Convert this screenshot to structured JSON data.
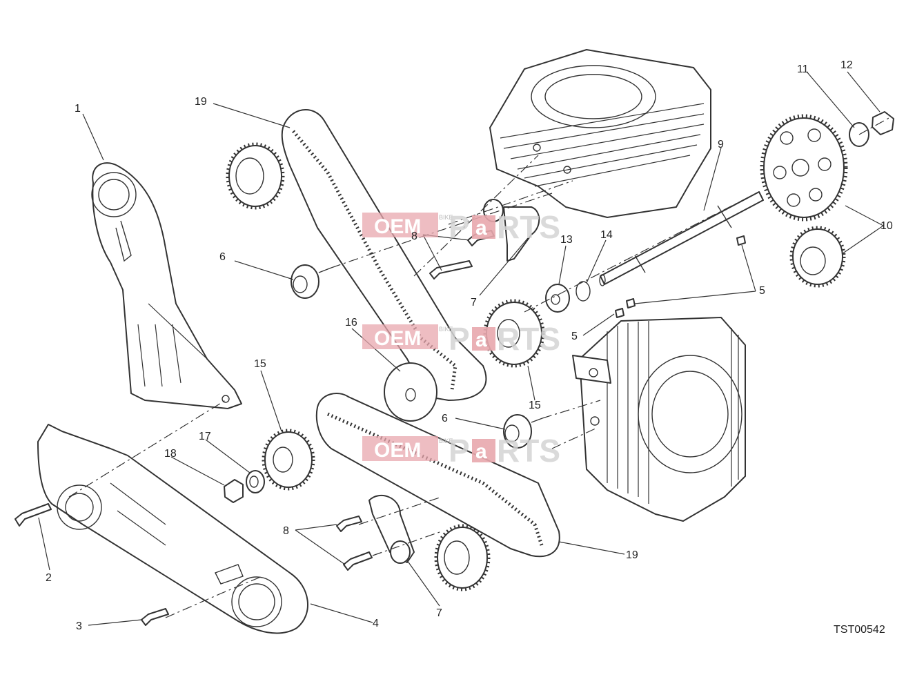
{
  "diagram": {
    "drawing_code": "TST00542",
    "callouts": [
      {
        "id": "c1",
        "label": "1"
      },
      {
        "id": "c2",
        "label": "2"
      },
      {
        "id": "c3",
        "label": "3"
      },
      {
        "id": "c4",
        "label": "4"
      },
      {
        "id": "c5a",
        "label": "5"
      },
      {
        "id": "c5b",
        "label": "5"
      },
      {
        "id": "c6a",
        "label": "6"
      },
      {
        "id": "c6b",
        "label": "6"
      },
      {
        "id": "c7a",
        "label": "7"
      },
      {
        "id": "c7b",
        "label": "7"
      },
      {
        "id": "c8a",
        "label": "8"
      },
      {
        "id": "c8b",
        "label": "8"
      },
      {
        "id": "c9",
        "label": "9"
      },
      {
        "id": "c10",
        "label": "10"
      },
      {
        "id": "c11",
        "label": "11"
      },
      {
        "id": "c12",
        "label": "12"
      },
      {
        "id": "c13",
        "label": "13"
      },
      {
        "id": "c14",
        "label": "14"
      },
      {
        "id": "c15a",
        "label": "15"
      },
      {
        "id": "c15b",
        "label": "15"
      },
      {
        "id": "c16",
        "label": "16"
      },
      {
        "id": "c17",
        "label": "17"
      },
      {
        "id": "c18",
        "label": "18"
      },
      {
        "id": "c19a",
        "label": "19"
      },
      {
        "id": "c19b",
        "label": "19"
      }
    ]
  },
  "watermark": {
    "brand_left": "OEM",
    "brand_small": "BIKE",
    "brand_right_1": "P",
    "brand_right_2": "a",
    "brand_right_3": "RTS"
  }
}
